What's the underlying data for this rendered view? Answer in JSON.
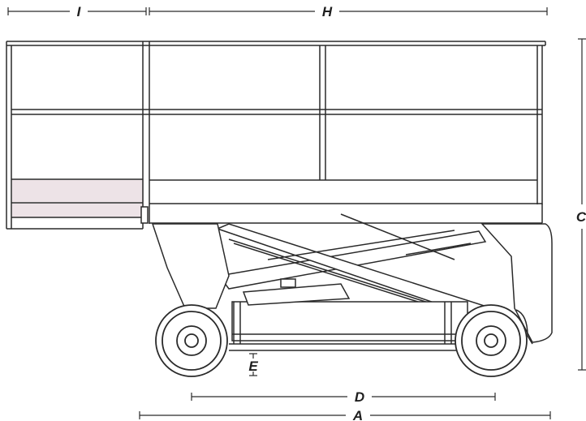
{
  "diagram": {
    "dimension_labels": {
      "i": "I",
      "h": "H",
      "c": "C",
      "e": "E",
      "d": "D",
      "a": "A"
    },
    "colors": {
      "line": "#2a2a2a",
      "deck_extension_fill": "#ede3e7",
      "background": "#ffffff"
    }
  }
}
